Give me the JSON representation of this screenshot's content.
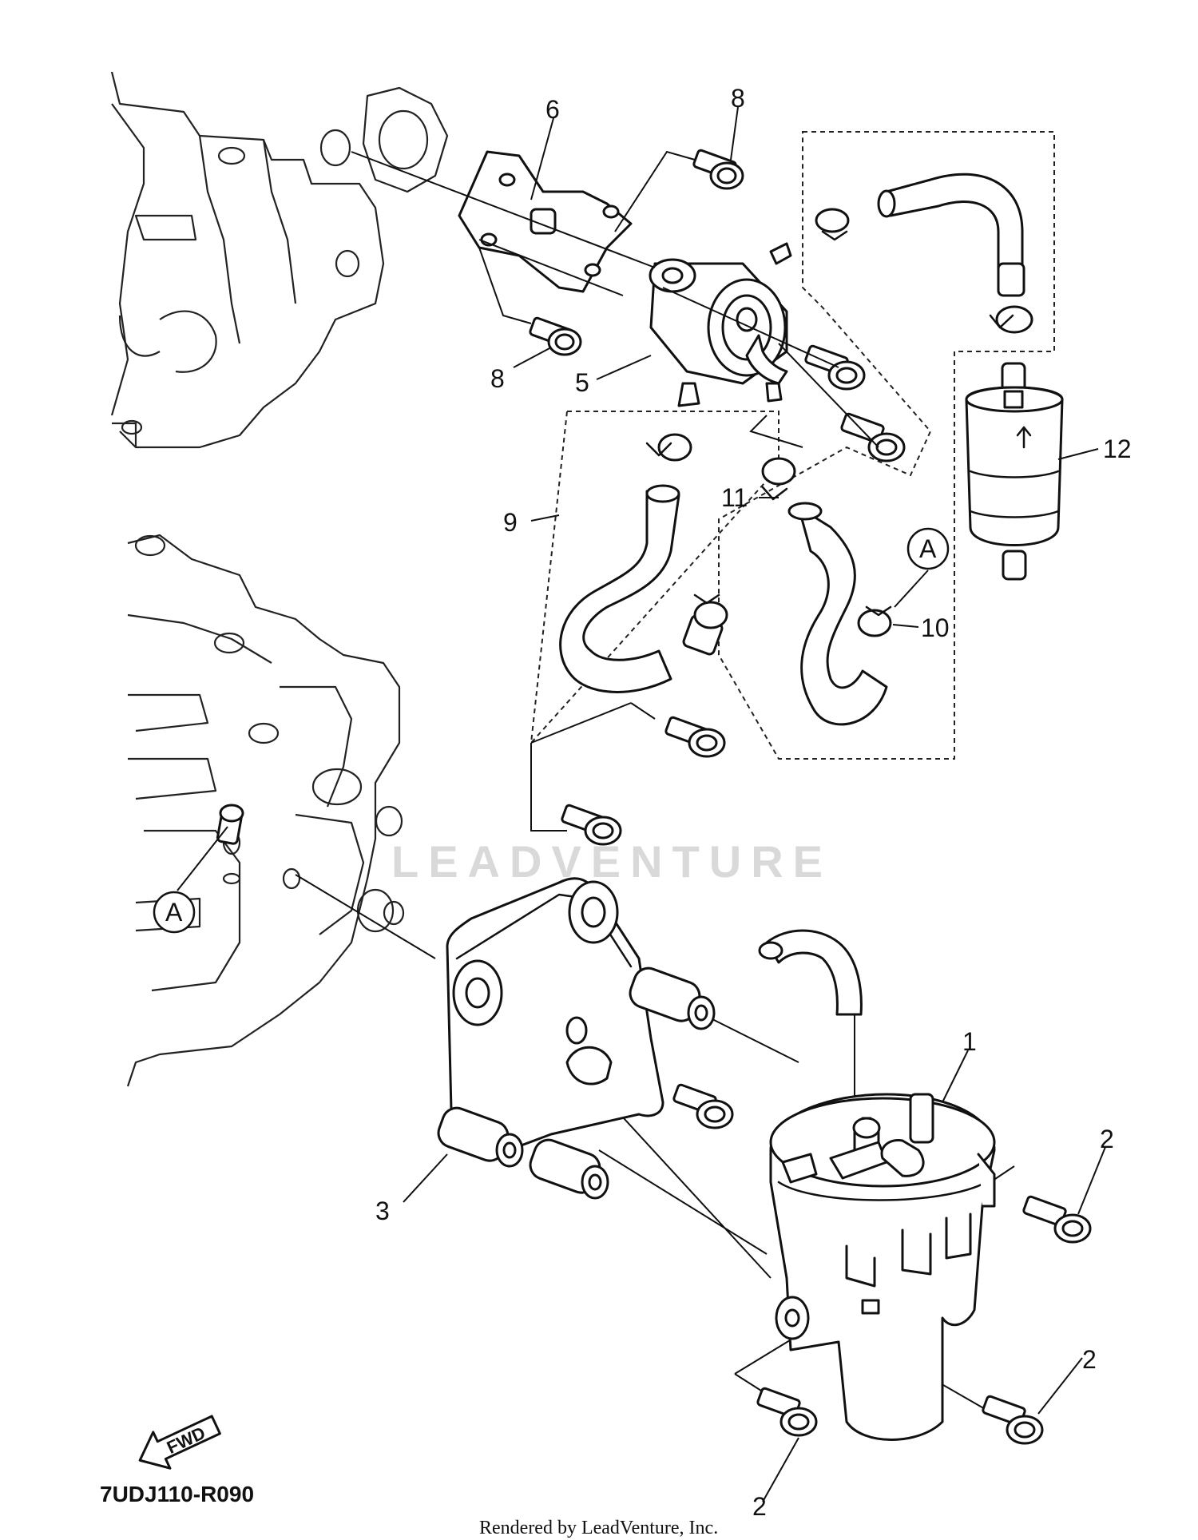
{
  "watermark": "LEADVENTURE",
  "diagram_code": "7UDJ110-R090",
  "footer_text": "Rendered by LeadVenture, Inc.",
  "fwd_label": "FWD",
  "reference_marker": "A",
  "callouts": {
    "c1": "1",
    "c2a": "2",
    "c2b": "2",
    "c2c": "2",
    "c3": "3",
    "c5": "5",
    "c6": "6",
    "c8a": "8",
    "c8b": "8",
    "c9": "9",
    "c10": "10",
    "c11": "11",
    "c12": "12"
  }
}
